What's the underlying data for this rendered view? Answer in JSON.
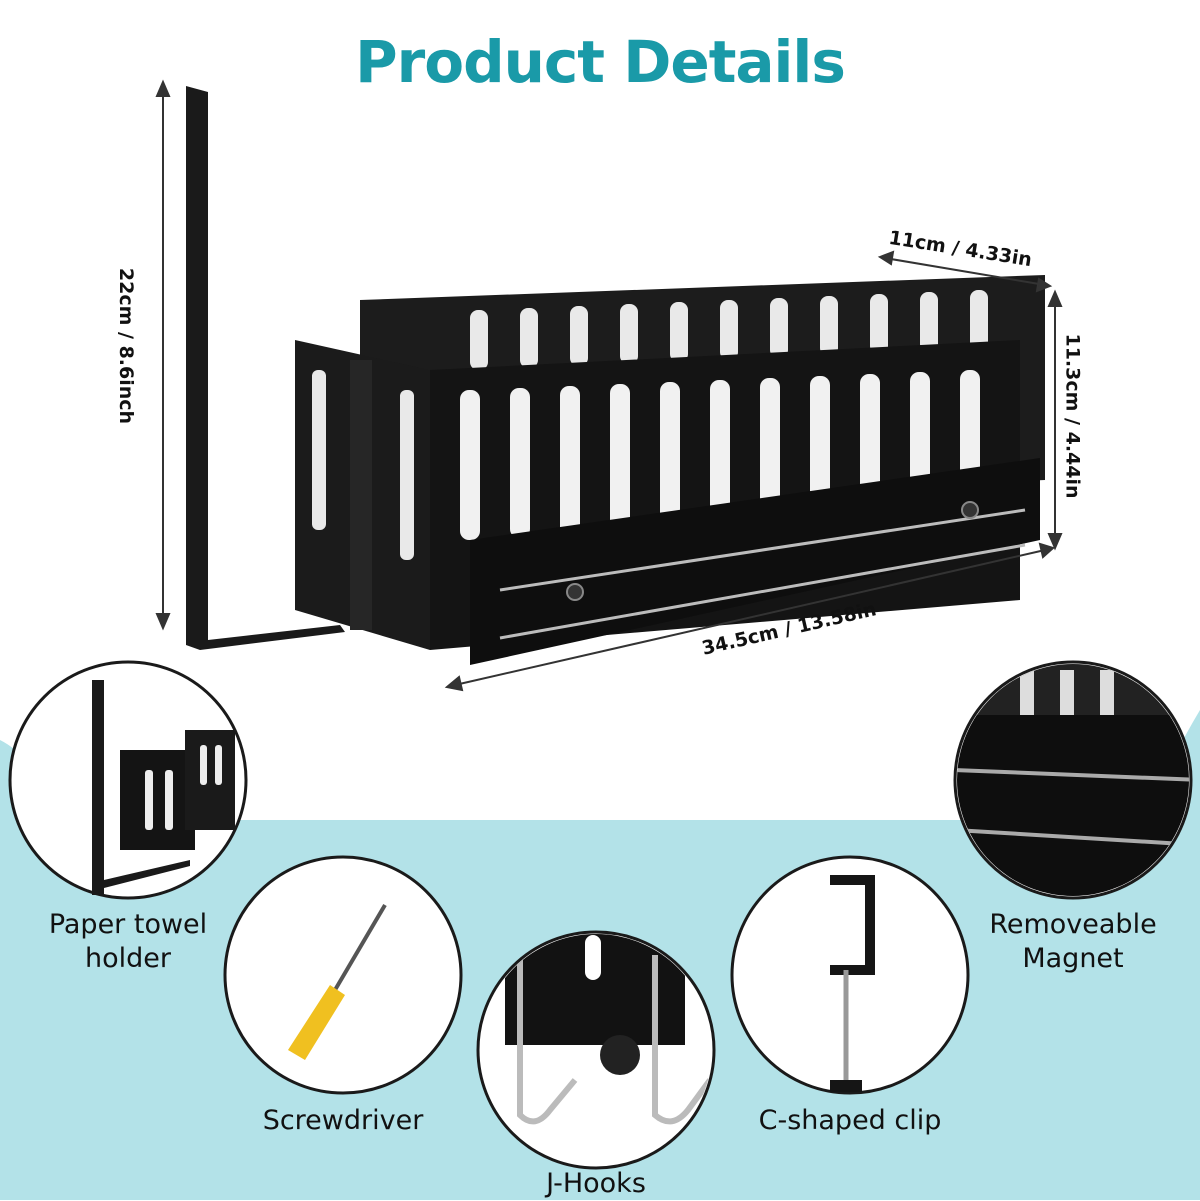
{
  "title": "Product Details",
  "colors": {
    "title": "#1a9aa8",
    "background_wave": "#b3e2e8",
    "product": "#141414"
  },
  "dimensions": {
    "height": "22cm / 8.6inch",
    "depth": "11cm / 4.33in",
    "side_height": "11.3cm / 4.44in",
    "length": "34.5cm / 13.58in"
  },
  "features": {
    "paper_towel_holder": "Paper towel\nholder",
    "removeable_magnet": "Removeable\nMagnet",
    "screwdriver": "Screwdriver",
    "j_hooks": "J-Hooks",
    "c_shaped_clip": "C-shaped clip"
  }
}
